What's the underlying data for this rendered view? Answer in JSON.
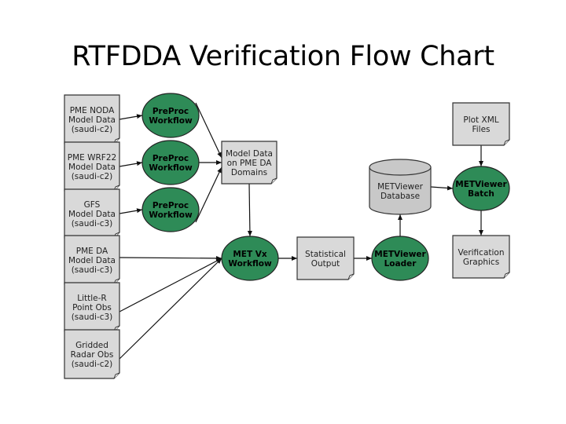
{
  "title": "RTFDDA Verification Flow Chart",
  "nodes": {
    "noda": {
      "type": "document",
      "lines": [
        "PME NODA",
        "Model Data",
        "(saudi-c2)"
      ]
    },
    "wrf22": {
      "type": "document",
      "lines": [
        "PME WRF22",
        "Model Data",
        "(saudi-c2)"
      ]
    },
    "gfs": {
      "type": "document",
      "lines": [
        "GFS",
        "Model Data",
        "(saudi-c3)"
      ]
    },
    "pmeda": {
      "type": "document",
      "lines": [
        "PME DA",
        "Model Data",
        "(saudi-c3)"
      ]
    },
    "littler": {
      "type": "document",
      "lines": [
        "Little-R",
        "Point Obs",
        "(saudi-c3)"
      ]
    },
    "radar": {
      "type": "document",
      "lines": [
        "Gridded",
        "Radar Obs",
        "(saudi-c2)"
      ]
    },
    "preproc1": {
      "type": "process",
      "lines": [
        "PreProc",
        "Workflow"
      ]
    },
    "preproc2": {
      "type": "process",
      "lines": [
        "PreProc",
        "Workflow"
      ]
    },
    "preproc3": {
      "type": "process",
      "lines": [
        "PreProc",
        "Workflow"
      ]
    },
    "modeldata": {
      "type": "document",
      "lines": [
        "Model Data",
        "on PME DA",
        "Domains"
      ]
    },
    "metvx": {
      "type": "process",
      "lines": [
        "MET Vx",
        "Workflow"
      ]
    },
    "statout": {
      "type": "document",
      "lines": [
        "Statistical",
        "Output"
      ]
    },
    "loader": {
      "type": "process",
      "lines": [
        "METViewer",
        "Loader"
      ]
    },
    "database": {
      "type": "database",
      "lines": [
        "METViewer",
        "Database"
      ]
    },
    "batch": {
      "type": "process",
      "lines": [
        "METViewer",
        "Batch"
      ]
    },
    "plotxml": {
      "type": "document",
      "lines": [
        "Plot XML",
        "Files"
      ]
    },
    "graphics": {
      "type": "document",
      "lines": [
        "Verification",
        "Graphics"
      ]
    }
  },
  "edges": [
    [
      "noda",
      "preproc1"
    ],
    [
      "wrf22",
      "preproc2"
    ],
    [
      "gfs",
      "preproc3"
    ],
    [
      "preproc1",
      "modeldata"
    ],
    [
      "preproc2",
      "modeldata"
    ],
    [
      "preproc3",
      "modeldata"
    ],
    [
      "modeldata",
      "metvx"
    ],
    [
      "pmeda",
      "metvx"
    ],
    [
      "littler",
      "metvx"
    ],
    [
      "radar",
      "metvx"
    ],
    [
      "metvx",
      "statout"
    ],
    [
      "statout",
      "loader"
    ],
    [
      "loader",
      "database"
    ],
    [
      "database",
      "batch"
    ],
    [
      "plotxml",
      "batch"
    ],
    [
      "batch",
      "graphics"
    ]
  ],
  "colors": {
    "process": "#2e8b57",
    "document": "#d9d9d9",
    "database": "#c8c8c8"
  }
}
